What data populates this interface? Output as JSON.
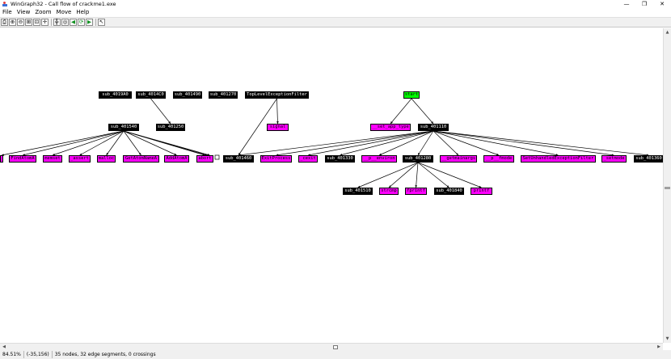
{
  "window": {
    "title": "WinGraph32 - Call flow of crackme1.exe"
  },
  "menu": [
    "File",
    "View",
    "Zoom",
    "Move",
    "Help"
  ],
  "toolbar": [
    {
      "name": "print-icon",
      "glyph": "⎙"
    },
    {
      "name": "zoom-in-icon",
      "glyph": "⊕"
    },
    {
      "name": "zoom-out-icon",
      "glyph": "⊖"
    },
    {
      "name": "fit-window-icon",
      "glyph": "⊞"
    },
    {
      "name": "zoom-100-icon",
      "glyph": "⊡"
    },
    {
      "name": "center-icon",
      "glyph": "✛"
    },
    {
      "name": "separator"
    },
    {
      "name": "move-icon",
      "glyph": "╬"
    },
    {
      "name": "rotate-icon",
      "glyph": "◎"
    },
    {
      "name": "pan-left-icon",
      "glyph": "◀",
      "green": true
    },
    {
      "name": "refresh-icon",
      "glyph": "⟳",
      "green": true
    },
    {
      "name": "pan-right-icon",
      "glyph": "▶",
      "green": true
    },
    {
      "name": "separator"
    },
    {
      "name": "pointer-icon",
      "glyph": "↖"
    }
  ],
  "graph": {
    "nodes": [
      {
        "id": "n1",
        "label": "sub_4019A0",
        "color": "black"
      },
      {
        "id": "n2",
        "label": "sub_4014C0",
        "color": "black"
      },
      {
        "id": "n3",
        "label": "sub_401490",
        "color": "black"
      },
      {
        "id": "n4",
        "label": "sub_401270",
        "color": "black"
      },
      {
        "id": "n5",
        "label": "TopLevelExceptionFilter",
        "color": "black"
      },
      {
        "id": "n6",
        "label": "start",
        "color": "green"
      },
      {
        "id": "n7",
        "label": "sub_401540",
        "color": "black"
      },
      {
        "id": "n8",
        "label": "sub_401250",
        "color": "black"
      },
      {
        "id": "n9",
        "label": "signal",
        "color": "magenta"
      },
      {
        "id": "n10",
        "label": "__set_app_type",
        "color": "magenta"
      },
      {
        "id": "n11",
        "label": "sub_401110",
        "color": "black"
      },
      {
        "id": "n12",
        "label": "",
        "color": "magenta"
      },
      {
        "id": "n13",
        "label": "FindAtomA",
        "color": "magenta"
      },
      {
        "id": "n14",
        "label": "memset",
        "color": "magenta"
      },
      {
        "id": "n15",
        "label": "_assert",
        "color": "magenta"
      },
      {
        "id": "n16",
        "label": "malloc",
        "color": "magenta"
      },
      {
        "id": "n17",
        "label": "GetAtomNameA",
        "color": "magenta"
      },
      {
        "id": "n18",
        "label": "AddAtomA",
        "color": "magenta"
      },
      {
        "id": "n19",
        "label": "abort",
        "color": "magenta"
      },
      {
        "id": "n20",
        "label": "sub_401460",
        "color": "black"
      },
      {
        "id": "n21",
        "label": "ExitProcess",
        "color": "magenta"
      },
      {
        "id": "n22",
        "label": "_cexit",
        "color": "magenta"
      },
      {
        "id": "n23",
        "label": "sub_401330",
        "color": "black"
      },
      {
        "id": "n24",
        "label": "__p__environ",
        "color": "magenta"
      },
      {
        "id": "n25",
        "label": "sub_401280",
        "color": "black"
      },
      {
        "id": "n26",
        "label": "__getmainargs",
        "color": "magenta"
      },
      {
        "id": "n27",
        "label": "__p__fmode",
        "color": "magenta"
      },
      {
        "id": "n28",
        "label": "SetUnhandledExceptionFilter",
        "color": "magenta"
      },
      {
        "id": "n29",
        "label": "_setmode",
        "color": "magenta"
      },
      {
        "id": "n30",
        "label": "sub_401360",
        "color": "black"
      },
      {
        "id": "n31",
        "label": "sub_401510",
        "color": "black"
      },
      {
        "id": "n32",
        "label": "strcmp",
        "color": "magenta"
      },
      {
        "id": "n33",
        "label": "fprintf",
        "color": "magenta"
      },
      {
        "id": "n34",
        "label": "sub_401840",
        "color": "black"
      },
      {
        "id": "n35",
        "label": "printf",
        "color": "magenta"
      }
    ],
    "edges": [
      [
        "n2",
        "n8"
      ],
      [
        "n5",
        "n9"
      ],
      [
        "n5",
        "n20"
      ],
      [
        "n6",
        "n10"
      ],
      [
        "n6",
        "n11"
      ],
      [
        "n7",
        "n12"
      ],
      [
        "n7",
        "n13"
      ],
      [
        "n7",
        "n14"
      ],
      [
        "n7",
        "n15"
      ],
      [
        "n7",
        "n16"
      ],
      [
        "n7",
        "n17"
      ],
      [
        "n7",
        "n18"
      ],
      [
        "n7",
        "n19"
      ],
      [
        "n7",
        "n19"
      ],
      [
        "n7",
        "n19"
      ],
      [
        "n11",
        "n20"
      ],
      [
        "n11",
        "n21"
      ],
      [
        "n11",
        "n22"
      ],
      [
        "n11",
        "n23"
      ],
      [
        "n11",
        "n24"
      ],
      [
        "n11",
        "n25"
      ],
      [
        "n11",
        "n26"
      ],
      [
        "n11",
        "n27"
      ],
      [
        "n11",
        "n28"
      ],
      [
        "n11",
        "n29"
      ],
      [
        "n11",
        "n30"
      ],
      [
        "n25",
        "n31"
      ],
      [
        "n25",
        "n32"
      ],
      [
        "n25",
        "n33"
      ],
      [
        "n25",
        "n34"
      ],
      [
        "n25",
        "n35"
      ]
    ]
  },
  "status": {
    "zoom": "84.51%",
    "coords": "(-35,156)",
    "info": "35 nodes, 32 edge segments, 0 crossings"
  }
}
